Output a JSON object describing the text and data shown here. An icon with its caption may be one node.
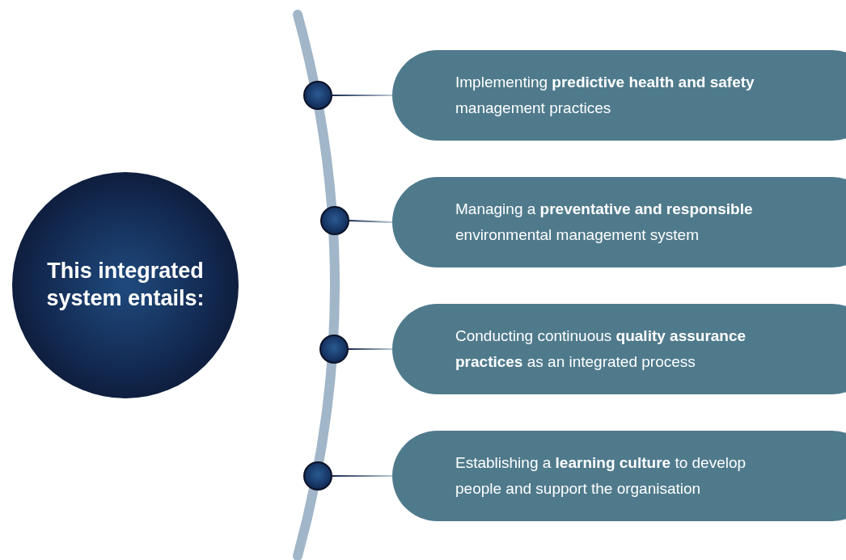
{
  "diagram": {
    "nodes": [
      {
        "text": [
          "This integrated system entails:"
        ]
      },
      {
        "text": [],
        "shape": "circle"
      },
      {
        "text": [
          "Implementing **predictive health and safety** management practices"
        ]
      },
      {
        "text": [],
        "shape": "circle"
      },
      {
        "text": [
          "Managing a **preventative and responsible** environmental management system"
        ]
      },
      {
        "text": [],
        "shape": "circle"
      },
      {
        "text": [
          "Conducting continuous **quality assurance practices** as an integrated process"
        ]
      },
      {
        "text": [],
        "shape": "circle"
      },
      {
        "text": [
          "Establishing a **learning culture** to develop people and support the organisation"
        ]
      }
    ],
    "edges": [
      {
        "from": 1,
        "to": 2,
        "arrow": "none"
      },
      {
        "from": 3,
        "to": 4,
        "arrow": "none"
      },
      {
        "from": 5,
        "to": 6,
        "arrow": "none"
      },
      {
        "from": 7,
        "to": 8,
        "arrow": "none"
      }
    ]
  }
}
